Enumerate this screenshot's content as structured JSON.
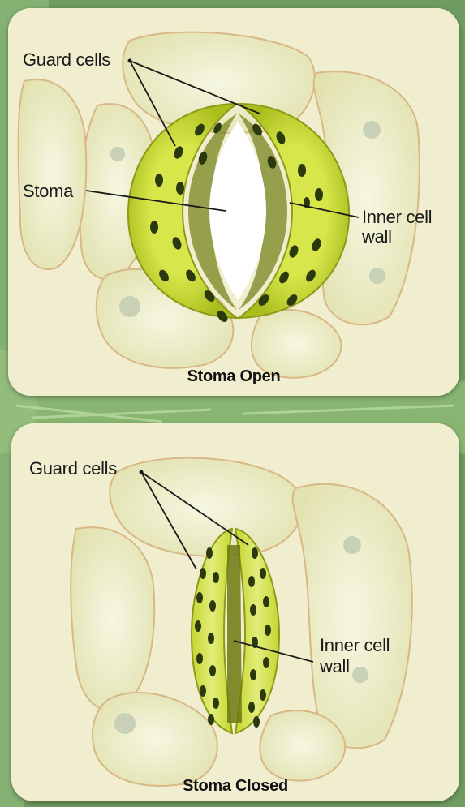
{
  "colors": {
    "leaf_background": "#7aa86a",
    "cell": "#ecedc4",
    "cell_border": "#d9b982",
    "guard_cell": "#cbdc2a",
    "chloroplast": "#2a3a10",
    "pore": "#ffffff"
  },
  "open_panel": {
    "guard_label": "Guard cells",
    "stoma_label": "Stoma",
    "inner_wall_line1": "Inner cell",
    "inner_wall_line2": "wall",
    "caption": "Stoma Open"
  },
  "closed_panel": {
    "guard_label": "Guard cells",
    "inner_wall_line1": "Inner cell",
    "inner_wall_line2": "wall",
    "caption": "Stoma Closed"
  }
}
